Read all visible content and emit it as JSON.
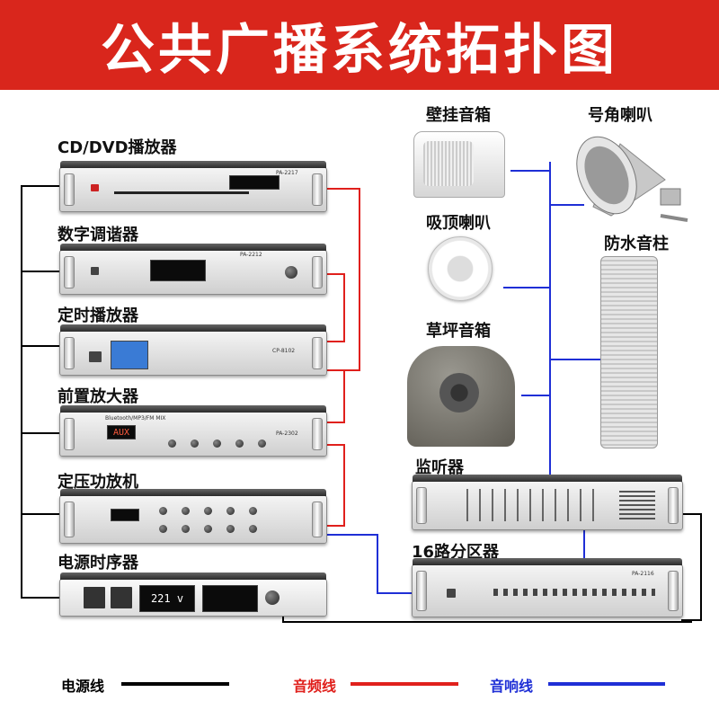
{
  "title": "公共广播系统拓扑图",
  "devices": {
    "cd_dvd": {
      "label": "CD/DVD播放器",
      "model": "PA-2217"
    },
    "tuner": {
      "label": "数字调谐器",
      "model": "PA-2212"
    },
    "timer": {
      "label": "定时播放器",
      "model": "CP-8102"
    },
    "preamp": {
      "label": "前置放大器",
      "model": "PA-2302",
      "display": "AUX",
      "bt_text": "Bluetooth/MP3/FM MIX"
    },
    "amplifier": {
      "label": "定压功放机"
    },
    "sequencer": {
      "label": "电源时序器",
      "display": "221 v"
    },
    "monitor": {
      "label": "监听器"
    },
    "zoner": {
      "label": "16路分区器",
      "model": "PA-2116"
    }
  },
  "speakers": {
    "wall": {
      "label": "壁挂音箱"
    },
    "horn": {
      "label": "号角喇叭"
    },
    "ceiling": {
      "label": "吸顶喇叭"
    },
    "column": {
      "label": "防水音柱"
    },
    "lawn": {
      "label": "草坪音箱"
    }
  },
  "legend": {
    "power": {
      "label": "电源线",
      "color": "#000000"
    },
    "audio": {
      "label": "音频线",
      "color": "#e0201c"
    },
    "speaker": {
      "label": "音响线",
      "color": "#1f2fd6"
    }
  },
  "colors": {
    "banner": "#d9261c",
    "power_line": "#000000",
    "audio_line": "#e0201c",
    "speaker_line": "#1f2fd6"
  }
}
